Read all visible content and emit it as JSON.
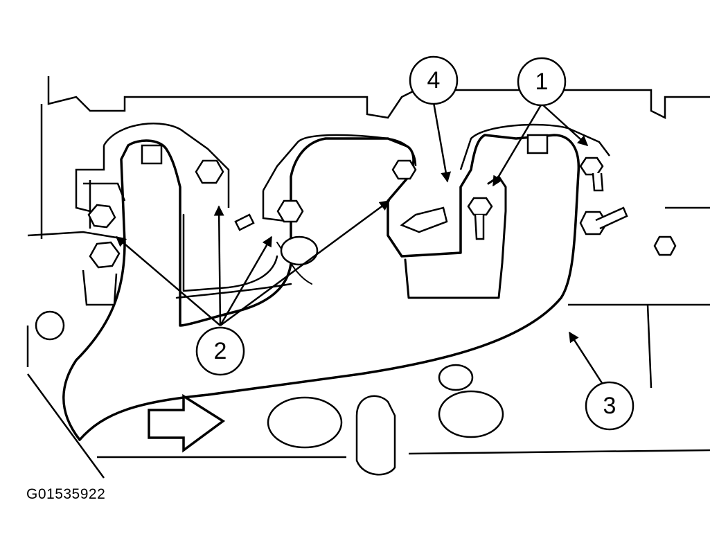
{
  "figure_id": "G01535922",
  "callouts": {
    "c1": "1",
    "c2": "2",
    "c3": "3",
    "c4": "4"
  },
  "colors": {
    "ink": "#000000",
    "paper": "#ffffff"
  }
}
